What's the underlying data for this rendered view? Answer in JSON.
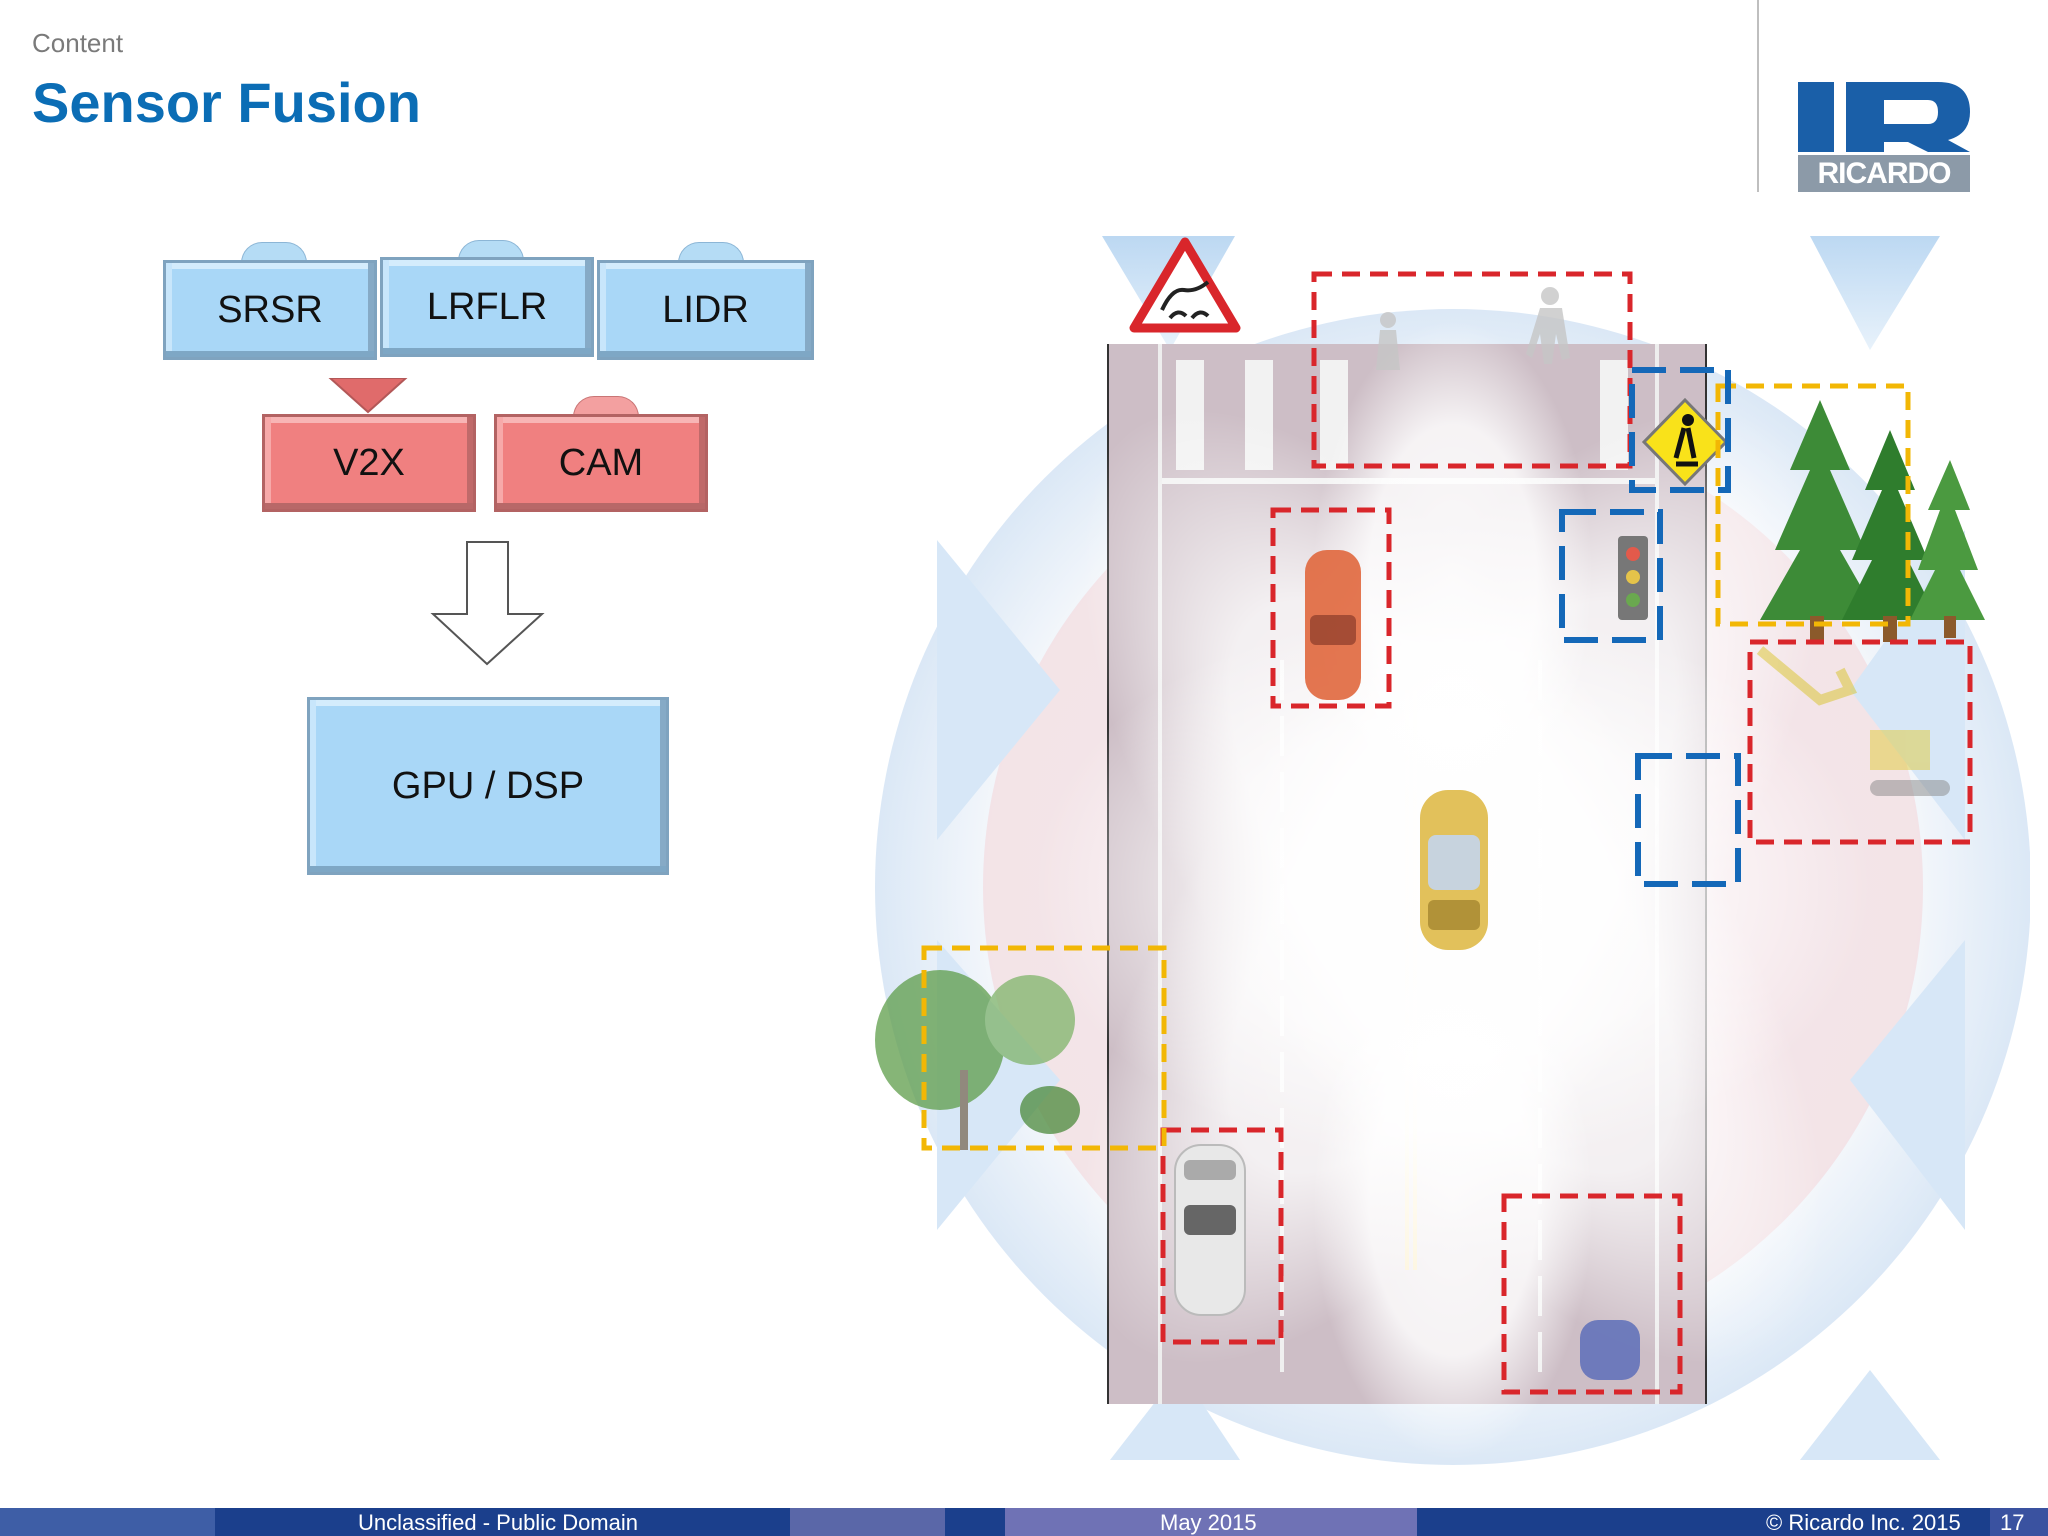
{
  "header": {
    "section_label": "Content",
    "title": "Sensor Fusion"
  },
  "logo": {
    "text": "RICARDO",
    "color": "#1a5fa8"
  },
  "diagram": {
    "sensors_row1": [
      "SRSR",
      "LRFLR",
      "LIDR"
    ],
    "sensors_row2": [
      "V2X",
      "CAM"
    ],
    "processor": "GPU / DSP",
    "colors": {
      "sensor_blue": "#a9d7f7",
      "sensor_red": "#f08080"
    }
  },
  "scene": {
    "icons": [
      "slippery-road-sign-icon",
      "pedestrian-crossing-sign-icon",
      "traffic-light-icon",
      "pine-trees-icon",
      "excavator-icon",
      "bush-icon",
      "ego-car-icon",
      "red-car-icon",
      "white-car-icon",
      "blue-car-icon",
      "pedestrian-icon"
    ],
    "box_colors": {
      "red": "#d9262b",
      "blue": "#1468b8",
      "yellow": "#f2b705"
    }
  },
  "footer": {
    "classification": "Unclassified - Public Domain",
    "date": "May 2015",
    "copyright": "© Ricardo Inc. 2015",
    "page_number": "17"
  }
}
